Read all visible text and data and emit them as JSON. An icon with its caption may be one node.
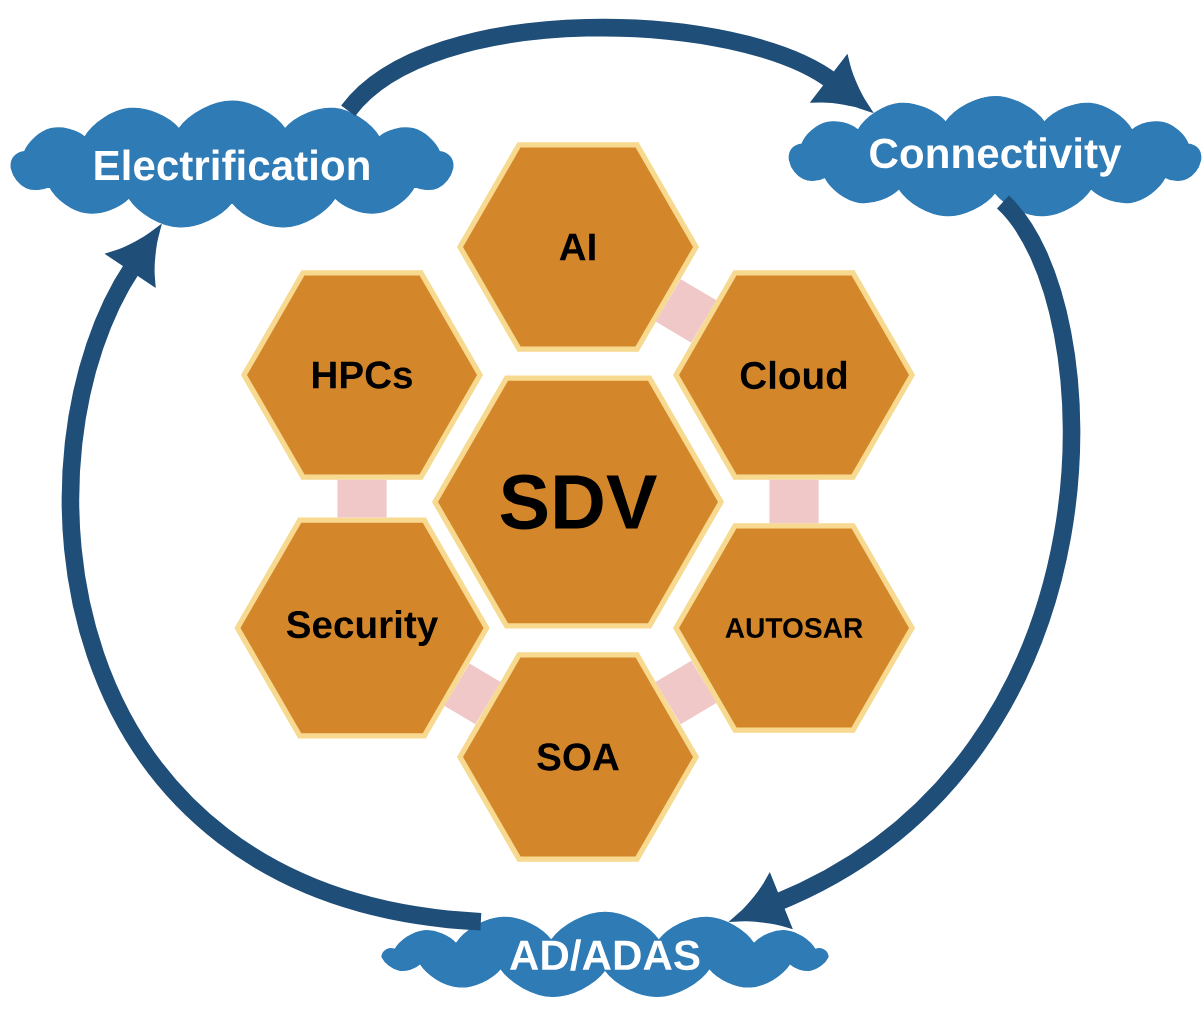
{
  "diagram": {
    "nodes": [
      {
        "text": [
          "Electrification"
        ]
      },
      {
        "text": [
          "Connectivity"
        ]
      },
      {
        "text": [
          "AI"
        ]
      },
      {
        "text": [
          "HPCs"
        ]
      },
      {
        "text": [
          "Cloud"
        ]
      },
      {
        "text": [
          "SDV"
        ]
      },
      {
        "text": [
          "Security"
        ]
      },
      {
        "text": [
          "AUTOSAR"
        ]
      },
      {
        "text": [
          "SOA"
        ]
      },
      {
        "text": [
          "AD/ADAS"
        ]
      }
    ],
    "edges": [
      {
        "from": 0,
        "to": 1,
        "arrow": "to",
        "color": "#1f4e79"
      },
      {
        "from": 1,
        "to": 9,
        "arrow": "to",
        "color": "#1f4e79"
      },
      {
        "from": 9,
        "to": 0,
        "arrow": "to",
        "color": "#1f4e79"
      },
      {
        "from": 2,
        "to": 4,
        "arrow": "none"
      },
      {
        "from": 3,
        "to": 6,
        "arrow": "none"
      },
      {
        "from": 4,
        "to": 7,
        "arrow": "none"
      },
      {
        "from": 6,
        "to": 8,
        "arrow": "none"
      },
      {
        "from": 8,
        "to": 7,
        "arrow": "none"
      }
    ]
  }
}
